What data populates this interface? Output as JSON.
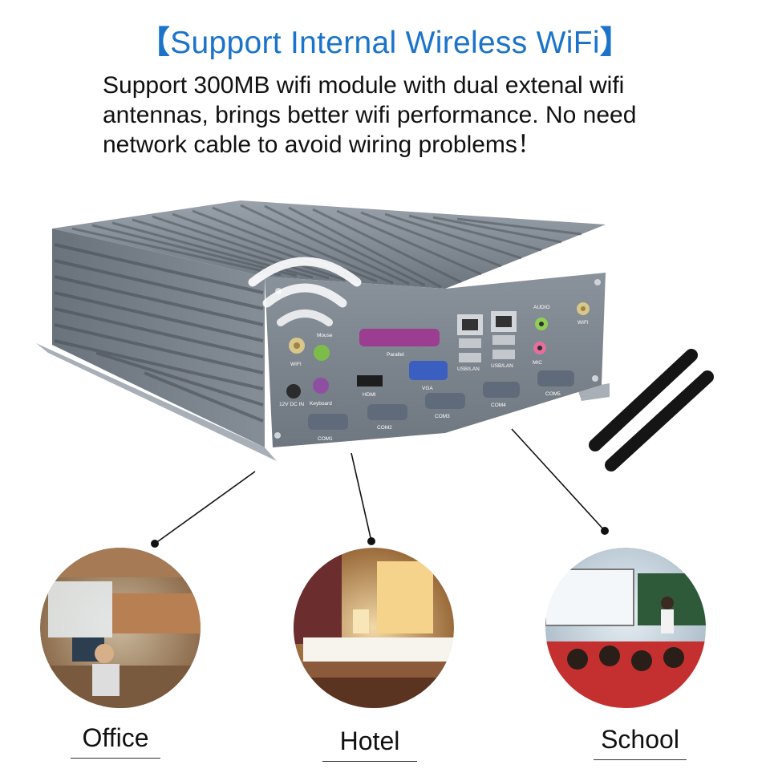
{
  "header": {
    "bracket_left": "【",
    "title": "Support Internal Wireless WiFi",
    "bracket_right": "】"
  },
  "description": {
    "lines": [
      "Support 300MB wifi module with dual extenal wifi",
      "antennas, brings better wifi performance. No need",
      "network cable to avoid wiring problems！"
    ]
  },
  "device": {
    "port_labels": {
      "wifi": "WIFI",
      "mouse": "Mouse",
      "keyboard": "Keyboard",
      "dc": "12V DC IN",
      "parallel": "Parallel",
      "hdmi": "HDMI",
      "vga": "VGA",
      "usb_lan_1": "USB/LAN",
      "usb_lan_2": "USB/LAN",
      "audio": "AUDIO",
      "mic": "MIC",
      "wifi_right": "WIFI",
      "com1": "COM1",
      "com2": "COM2",
      "com3": "COM3",
      "com4": "COM4",
      "com5": "COM5"
    }
  },
  "locations": [
    {
      "label": "Office"
    },
    {
      "label": "Hotel"
    },
    {
      "label": "School"
    }
  ],
  "colors": {
    "title_blue": "#1b74c9",
    "chassis": "#7e8791",
    "chassis_dark": "#5a626b",
    "text": "#111111"
  }
}
